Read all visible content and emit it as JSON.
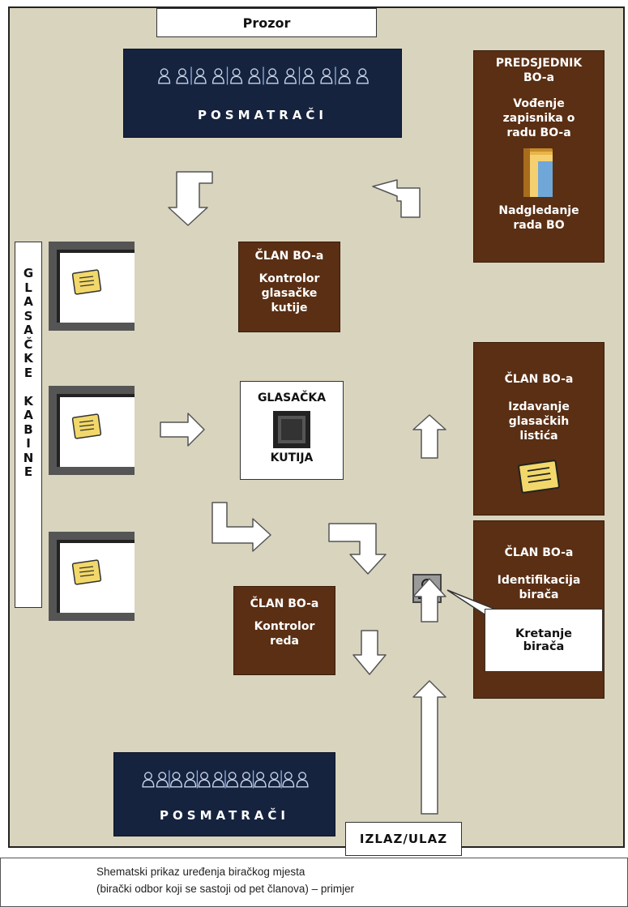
{
  "window_label": "Prozor",
  "observers_top": {
    "label": "POSMATRAČI",
    "person_count": 12
  },
  "observers_bottom": {
    "label": "POSMATRAČI",
    "person_count": 12
  },
  "president": {
    "title_line1": "PREDSJEDNIK",
    "title_line2": "BO-a",
    "duty1_line1": "Vođenje",
    "duty1_line2": "zapisnika o",
    "duty1_line3": "radu BO-a",
    "duty2_line1": "Nadgledanje",
    "duty2_line2": "rada BO"
  },
  "booths_label": [
    "G",
    "L",
    "A",
    "S",
    "A",
    "Č",
    "K",
    "E",
    "",
    "K",
    "A",
    "B",
    "I",
    "N",
    "E"
  ],
  "member_box_control": {
    "title": "ČLAN BO-a",
    "line1": "Kontrolor",
    "line2": "glasačke",
    "line3": "kutije"
  },
  "ballot_box": {
    "line1": "GLASAČKA",
    "line2": "KUTIJA"
  },
  "member_issuing": {
    "title": "ČLAN BO-a",
    "line1": "Izdavanje",
    "line2": "glasačkih",
    "line3": "listića"
  },
  "member_identification": {
    "title": "ČLAN BO-a",
    "line1": "Identifikacija",
    "line2": "birača"
  },
  "member_order": {
    "title": "ČLAN BO-a",
    "line1": "Kontrolor",
    "line2": "reda"
  },
  "voter_movement": {
    "line1": "Kretanje",
    "line2": "birača"
  },
  "exit_label": "IZLAZ/ULAZ",
  "caption": {
    "line1": "Shematski prikaz uređenja biračkog mjesta",
    "line2": "(birački odbor koji se sastoji od pet članova) – primjer"
  },
  "colors": {
    "room": "#d9d4be",
    "brown": "#5a2f14",
    "navy": "#16233f",
    "note": "#f2d86a"
  },
  "icons": [
    "person-icon",
    "folder-icon",
    "note-icon",
    "id-card-icon",
    "ballot-box-icon",
    "arrow-icon"
  ]
}
